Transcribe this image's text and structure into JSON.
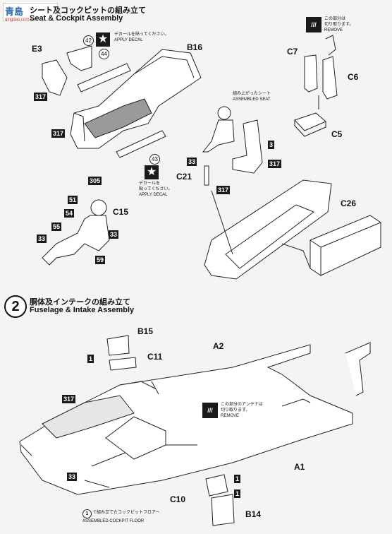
{
  "watermark": {
    "logo": "青島",
    "url": "qingdao.com.cn"
  },
  "step1": {
    "title_jp": "シート及コックピットの組み立て",
    "title_en": "Seat & Cockpit Assembly",
    "parts": {
      "e3": "E3",
      "b16": "B16",
      "c7": "C7",
      "c6": "C6",
      "c5": "C5",
      "c21": "C21",
      "c15": "C15",
      "c26": "C26"
    },
    "codes": {
      "p317_a": "317",
      "p317_b": "317",
      "p317_seat": "317",
      "p317_c21": "317",
      "p3": "3",
      "p33_c21": "33",
      "p305": "305",
      "p51": "51",
      "p54": "54",
      "p55": "55",
      "p33_a": "33",
      "p33_b": "33",
      "p59": "59"
    },
    "decals": {
      "d42": "42",
      "d44": "44",
      "d43": "43"
    },
    "notes": {
      "apply_decal_top": {
        "jp": "デカールを貼ってください。",
        "en": "APPLY DECAL"
      },
      "apply_decal_mid": {
        "jp1": "デカールを",
        "jp2": "貼ってください。",
        "en": "APPLY DECAL"
      },
      "remove_top": {
        "jp1": "この部分は",
        "jp2": "切り取ります。",
        "en": "REMOVE"
      },
      "assembled_seat": {
        "jp": "組み上がったシート",
        "en": "ASSEMBLED SEAT"
      }
    }
  },
  "step2": {
    "number": "2",
    "title_jp": "胴体及インテークの組み立て",
    "title_en": "Fuselage & Intake Assembly",
    "parts": {
      "b15": "B15",
      "c11": "C11",
      "a2": "A2",
      "a1": "A1",
      "c10": "C10",
      "b14": "B14"
    },
    "codes": {
      "p1_b15": "1",
      "p317": "317",
      "p33": "33",
      "p1_c10": "1",
      "p1_b14": "1"
    },
    "notes": {
      "remove_antenna": {
        "jp1": "この部分のアンテナは",
        "jp2": "切り取ります。",
        "en": "REMOVE"
      },
      "cockpit_floor": {
        "num": "1",
        "jp": "で組み立てたコックピットフロアー",
        "en": "ASSEMBLED COCKPIT FLOOR"
      }
    }
  }
}
